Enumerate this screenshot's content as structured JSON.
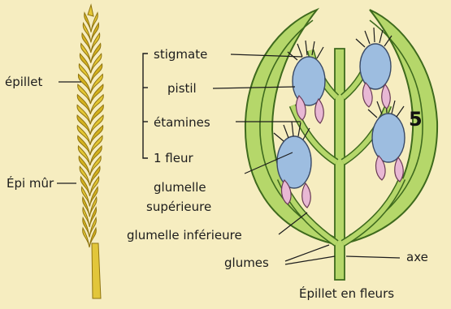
{
  "labels": {
    "epillet": "épillet",
    "epi_mur": "Épi mûr",
    "stigmate": "stigmate",
    "pistil": "pistil",
    "etamines": "étamines",
    "fleur": "1 fleur",
    "glumelle_sup_1": "glumelle",
    "glumelle_sup_2": "supérieure",
    "glumelle_inf": "glumelle inférieure",
    "glumes": "glumes",
    "axe": "axe",
    "caption": "Épillet en fleurs",
    "number": "5"
  },
  "colors": {
    "background": "#f6edc0",
    "ear_gold": "#e3c634",
    "ear_dark": "#8f7410",
    "stem_green": "#a9cf5a",
    "stem_dark": "#3e6a1d",
    "ovary_blue": "#9dbde0",
    "anther_pink": "#e8b8d4",
    "stigma_dark": "#222222"
  }
}
